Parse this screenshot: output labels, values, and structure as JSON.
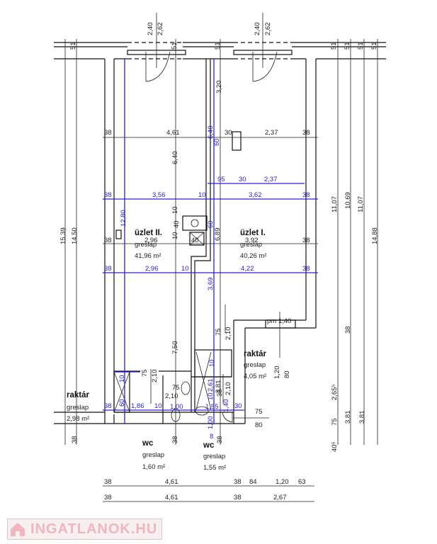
{
  "rooms": {
    "uzlet2": {
      "name": "üzlet II.",
      "floor": "greslap",
      "area": "41,96 m²"
    },
    "uzlet1": {
      "name": "üzlet I.",
      "floor": "greslap",
      "area": "40,26 m²"
    },
    "raktar_right": {
      "name": "raktár",
      "floor": "greslap",
      "area": "4,05 m²"
    },
    "raktar_left": {
      "name": "raktár",
      "floor": "greslap",
      "area": "2,98 m²"
    },
    "wc1": {
      "name": "wc",
      "floor": "greslap",
      "area": "1,60 m²"
    },
    "wc2": {
      "name": "wc",
      "floor": "greslap",
      "area": "1,55 m²"
    }
  },
  "dims": [
    "2,40",
    "2,62",
    "2,40",
    "2,62",
    "51",
    "51",
    "51",
    "51",
    "51",
    "51",
    "51",
    "38",
    "4,61",
    "30",
    "2,37",
    "38",
    "6,40",
    "3,20",
    "6,40",
    "60",
    "95",
    "30",
    "2,37",
    "38",
    "3,56",
    "10",
    "3,62",
    "38",
    "38",
    "2,96",
    "40",
    "3,92",
    "38",
    "12,80",
    "10",
    "40",
    "10",
    "60",
    "6,89",
    "38",
    "2,96",
    "10",
    "3,69",
    "4,22",
    "38",
    "15,39",
    "14,50",
    "14,88",
    "11,07",
    "10,69",
    "11,07",
    "7,50",
    "75",
    "2,10",
    "pm 1,40",
    "1,20",
    "80",
    "10",
    "2,61",
    "3,81",
    "2,65⁵",
    "38",
    "3,81",
    "3,81",
    "75",
    "2,10",
    "10",
    "75",
    "2,10",
    "10",
    "35",
    "2,10",
    "38",
    "60",
    "1,86",
    "10",
    "1,00",
    "1,55",
    "1,40",
    "30",
    "75",
    "80",
    "1,00",
    "38",
    "38",
    "38",
    "8",
    "75",
    "40⁵",
    "38",
    "4,61",
    "38",
    "84",
    "1,20",
    "63",
    "38",
    "4,61",
    "38",
    "2,67"
  ],
  "watermark": "INGATLANOK.HU",
  "colors": {
    "line": "#111111",
    "dimension_blue": "#2b22c8",
    "watermark": "#f1b6bd"
  }
}
